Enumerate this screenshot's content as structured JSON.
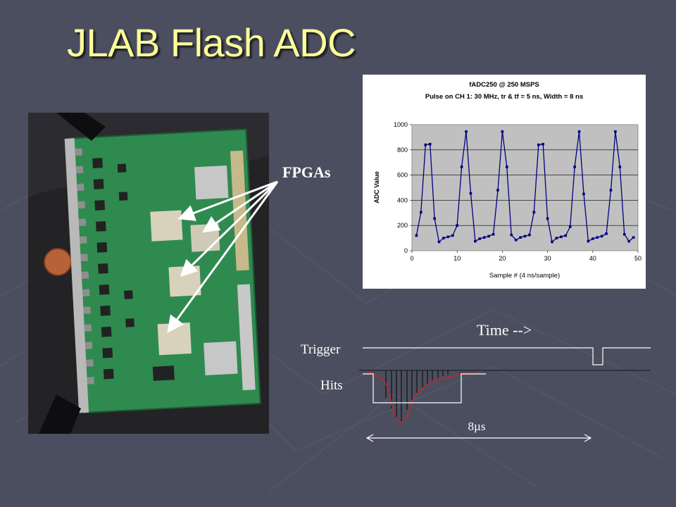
{
  "slide": {
    "title": "JLAB Flash ADC"
  },
  "photo_label": "FPGAs",
  "colors": {
    "background": "#4b4e5f",
    "title": "#ffff99",
    "plot_area": "#c0c0c0",
    "series_line": "#000080",
    "hit_pulse": "#c0282c"
  },
  "chart_data": {
    "type": "line",
    "title": "fADC250 @ 250 MSPS",
    "subtitle": "Pulse on CH 1: 30 MHz, tr & tf = 5 ns, Width = 8 ns",
    "xlabel": "Sample # (4 ns/sample)",
    "ylabel": "ADC Value",
    "xlim": [
      0,
      50
    ],
    "ylim": [
      0,
      1000
    ],
    "xticks": [
      0,
      10,
      20,
      30,
      40,
      50
    ],
    "yticks": [
      0,
      200,
      400,
      600,
      800,
      1000
    ],
    "grid": true,
    "series": [
      {
        "x": [
          1,
          2,
          3,
          4,
          5,
          6,
          7,
          8,
          9,
          10,
          11,
          12,
          13,
          14,
          15,
          16,
          17,
          18,
          19,
          20,
          21,
          22,
          23,
          24,
          25,
          26,
          27,
          28,
          29,
          30,
          31,
          32,
          33,
          34,
          35,
          36,
          37,
          38,
          39,
          40,
          41,
          42,
          43,
          44,
          45,
          46,
          47,
          48,
          49
        ],
        "y": [
          120,
          305,
          840,
          845,
          255,
          70,
          100,
          110,
          120,
          200,
          665,
          945,
          455,
          75,
          95,
          105,
          115,
          130,
          480,
          945,
          665,
          125,
          85,
          105,
          115,
          125,
          305,
          840,
          845,
          255,
          70,
          100,
          110,
          120,
          190,
          665,
          945,
          450,
          75,
          95,
          105,
          115,
          135,
          480,
          945,
          665,
          130,
          75,
          105
        ]
      }
    ]
  },
  "timing": {
    "time_label": "Time -->",
    "trigger_label": "Trigger",
    "hits_label": "Hits",
    "duration_label": "8µs"
  }
}
